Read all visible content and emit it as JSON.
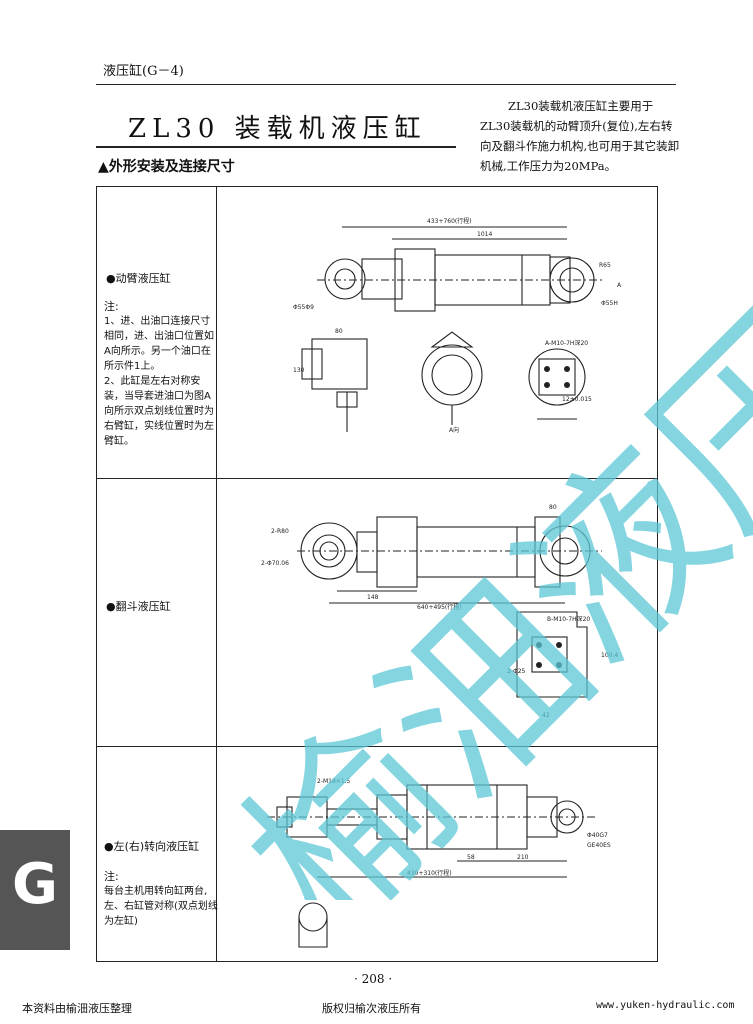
{
  "header": {
    "label": "液压缸(G－4)"
  },
  "title": "ZL30 装载机液压缸",
  "subtitle": "▲外形安装及连接尺寸",
  "description": "ZL30装载机液压缸主要用于ZL30装载机的动臂顶升(复位),左右转向及翻斗作施力机构,也可用于其它装卸机械,工作压力为20MPa。",
  "sections": [
    {
      "title": "●动臂液压缸",
      "note_title": "注:",
      "notes": "1、进、出油口连接尺寸相同，进、出油口位置如A向所示。另一个油口在所示件1上。\n2、此缸是左右对称安装，当导套进油口为图A向所示双点划线位置时为右臂缸，实线位置时为左臂缸。",
      "dims": {
        "stroke": "433+760(行程)",
        "len": "1014",
        "d1": "Φ55Φ9",
        "d2": "Φ55H",
        "r": "R65",
        "a": "A",
        "p1": "80",
        "p2": "130",
        "a_view": "A向",
        "t1": "A-M10-7H深20",
        "t2": "12±0.015"
      }
    },
    {
      "title": "●翻斗液压缸",
      "dims": {
        "stroke": "640+495(行程)",
        "l1": "148",
        "l2": "80",
        "t1": "2-R80",
        "t2": "2-Φ70.06",
        "t3": "B-M10-7H深20",
        "t4": "2-Φ25",
        "t5": "100.4",
        "t6": "42"
      }
    },
    {
      "title": "●左(右)转向液压缸",
      "note_title": "注:",
      "notes": "每台主机用转向缸两台,左、右缸管对称(双点划线为左缸)",
      "dims": {
        "stroke": "430+310(行程)",
        "l1": "58",
        "l2": "210",
        "t1": "2-M18×1.5",
        "t2": "GE40ES",
        "t3": "Φ40G7"
      }
    }
  ],
  "page_number": "· 208 ·",
  "footer": {
    "left": "本资料由榆沺液压整理",
    "center": "版权归榆次液压所有",
    "right": "www.yuken-hydraulic.com"
  },
  "side_tab": "G",
  "watermark": "榆沺液压",
  "colors": {
    "watermark": "#5bc7d6",
    "tab": "#555555"
  }
}
